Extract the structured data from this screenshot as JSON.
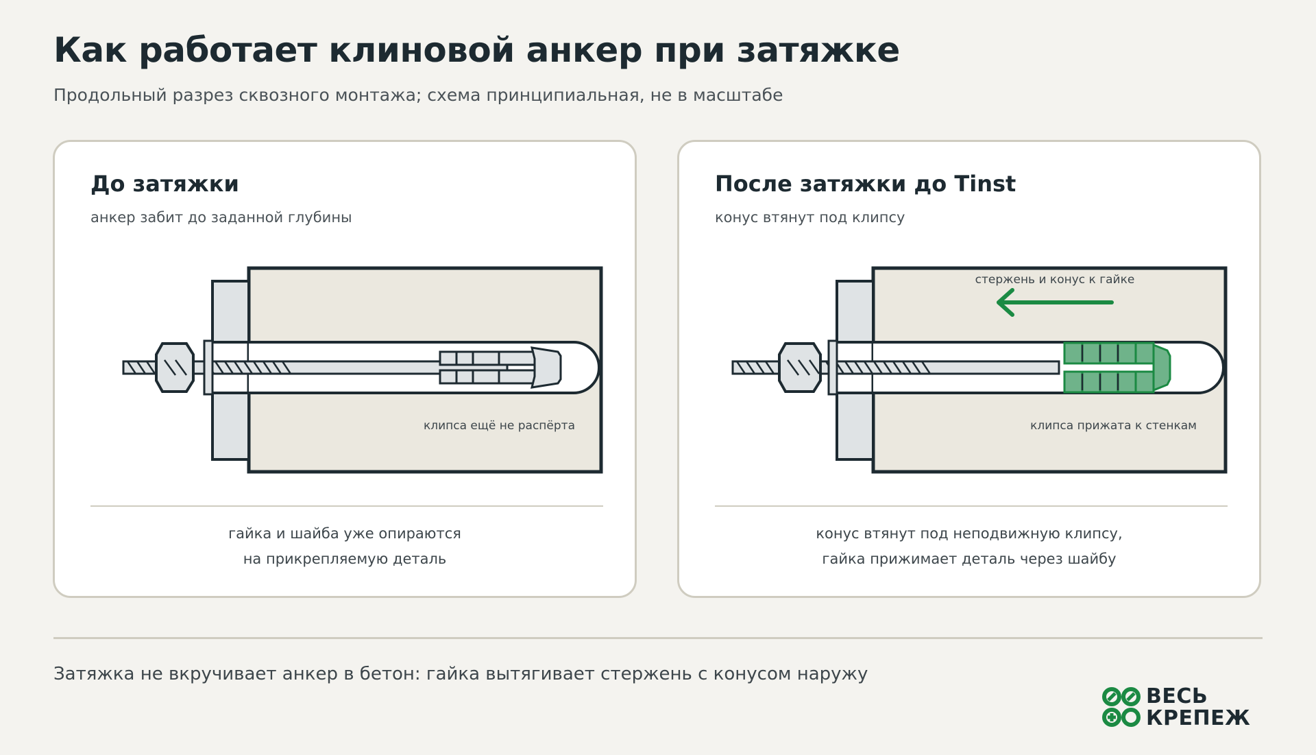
{
  "header": {
    "title": "Как работает клиновой анкер при затяжке",
    "subtitle": "Продольный разрез сквозного монтажа; схема принципиальная, не в масштабе"
  },
  "panels": {
    "before": {
      "title": "До затяжки",
      "subtitle": "анкер забит до заданной глубины",
      "label": "клипса ещё не распёрта",
      "caption": [
        "гайка и шайба уже опираются",
        "на прикрепляемую деталь"
      ]
    },
    "after": {
      "title": "После затяжки до Tinst",
      "subtitle": "конус втянут под клипсу",
      "arrow_label": "стержень и конус к гайке",
      "label": "клипса прижата к стенкам",
      "caption": [
        "конус втянут под неподвижную клипсу,",
        "гайка прижимает деталь через шайбу"
      ]
    }
  },
  "footer": {
    "note": "Затяжка не вкручивает анкер в бетон: гайка вытягивает стержень с конусом наружу"
  },
  "logo": {
    "line1": "ВЕСЬ",
    "line2": "КРЕПЕЖ"
  },
  "colors": {
    "concrete": "#ebe8df",
    "outline": "#1d2a31",
    "metal": "#dfe3e5",
    "accent": "#1b8a43",
    "accent_fill": "#6fb38a",
    "panel_border": "#cfccc0",
    "background": "#f4f3ef"
  }
}
